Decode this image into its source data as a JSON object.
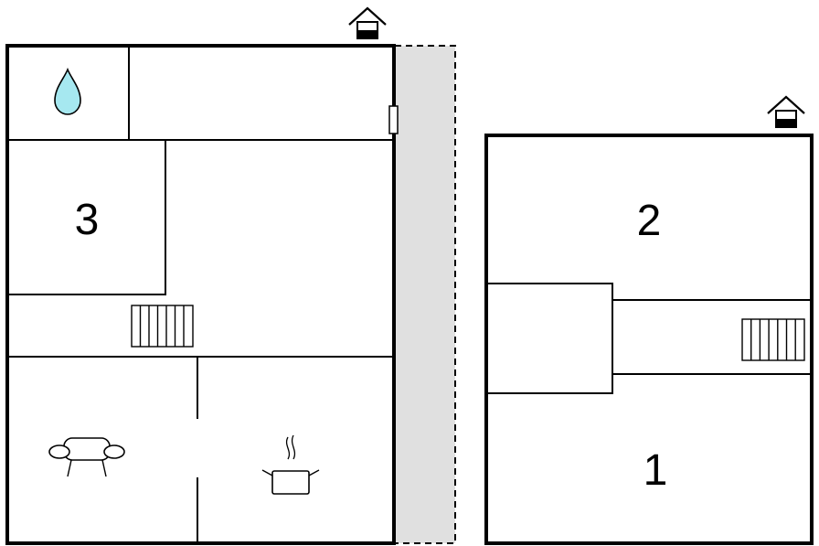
{
  "floor_plan": {
    "left_building": {
      "rooms": [
        {
          "number": "3"
        }
      ],
      "icons": [
        "water-drop-icon",
        "entrance-house-icon",
        "radiator-icon",
        "sofa-icon",
        "cooking-pot-icon"
      ]
    },
    "right_building": {
      "rooms": [
        {
          "number": "2"
        },
        {
          "number": "1"
        }
      ],
      "icons": [
        "entrance-house-icon",
        "radiator-icon"
      ]
    },
    "colors": {
      "wall": "#000000",
      "terrace": "#e0e0e0",
      "water": "#a6e8f0",
      "background": "#ffffff"
    }
  }
}
